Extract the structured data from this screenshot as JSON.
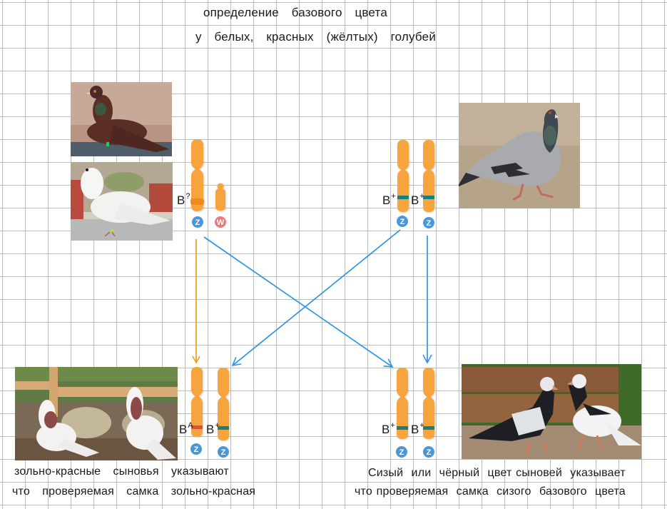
{
  "title": {
    "line1": "определение  базового  цвета",
    "line2": "у  белых,  красных  (жёлтых)  голубей"
  },
  "photos": {
    "mother_ash_red": "ash-red pigeon (tested hen)",
    "mother_white": "white pigeon (tested hen)",
    "father_blue": "blue bar pigeon (father)",
    "sons_ash_red": "ash-red pied sons",
    "sons_blue_black": "blue / black pied sons"
  },
  "parents": {
    "mother": {
      "chromosomes": [
        {
          "type": "Z",
          "gene": "B",
          "allele": "?",
          "band": "orange"
        },
        {
          "type": "W",
          "gene": "",
          "allele": "",
          "band": ""
        }
      ]
    },
    "father": {
      "chromosomes": [
        {
          "type": "Z",
          "gene": "B",
          "allele": "+",
          "band": "teal"
        },
        {
          "type": "Z",
          "gene": "B",
          "allele": "+",
          "band": "teal"
        }
      ]
    }
  },
  "offspring": {
    "left": {
      "chromosomes": [
        {
          "type": "Z",
          "gene": "B",
          "allele": "A",
          "band": "red"
        },
        {
          "type": "Z",
          "gene": "B",
          "allele": "+",
          "band": "teal"
        }
      ],
      "caption_line1": "зольно-красные  сыновья  указывают",
      "caption_line2": "что  проверяемая  самка  зольно-красная"
    },
    "right": {
      "chromosomes": [
        {
          "type": "Z",
          "gene": "B",
          "allele": "+",
          "band": "teal"
        },
        {
          "type": "Z",
          "gene": "B",
          "allele": "+",
          "band": "teal"
        }
      ],
      "caption_line1": "Сизый  или  чёрный  цвет сыновей  указывает",
      "caption_line2": "что проверяемая  самка  сизого  базового  цвета"
    }
  },
  "colors": {
    "chromosome": "#f6a43c",
    "band_teal": "#137f84",
    "band_red": "#d4542e",
    "band_orange": "#f08a1c",
    "z_badge": "#4a97d8",
    "w_badge": "#e97b7d",
    "arrow_orange": "#f59a1b",
    "arrow_blue": "#2f93e6",
    "grid": "#a9c3cf"
  },
  "arrows": [
    {
      "from": "mother-Z",
      "to": "left-son-Z1",
      "color": "orange"
    },
    {
      "from": "mother-Z",
      "to": "right-son-Z1",
      "color": "blue"
    },
    {
      "from": "father-Z1",
      "to": "left-son-Z2",
      "color": "blue"
    },
    {
      "from": "father-Z2",
      "to": "right-son-Z2",
      "color": "blue"
    }
  ]
}
